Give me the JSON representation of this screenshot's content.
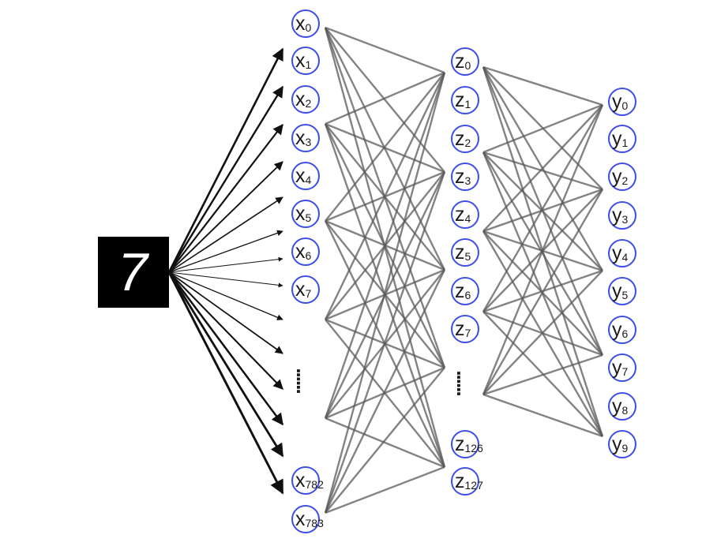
{
  "input_image": {
    "digit": "7",
    "background": "#000000",
    "ink": "#ffffff"
  },
  "layers": {
    "input": {
      "prefix": "x",
      "nodes": [
        "0",
        "1",
        "2",
        "3",
        "4",
        "5",
        "6",
        "7",
        "782",
        "783"
      ],
      "ellipsis": "......"
    },
    "hidden": {
      "prefix": "z",
      "nodes": [
        "0",
        "1",
        "2",
        "3",
        "4",
        "5",
        "6",
        "7",
        "126",
        "127"
      ],
      "ellipsis": "......"
    },
    "output": {
      "prefix": "y",
      "nodes": [
        "0",
        "1",
        "2",
        "3",
        "4",
        "5",
        "6",
        "7",
        "8",
        "9"
      ]
    }
  },
  "colors": {
    "node_border": "#3c4ee8",
    "edge": "#5a5a5a",
    "arrow": "#111111"
  }
}
